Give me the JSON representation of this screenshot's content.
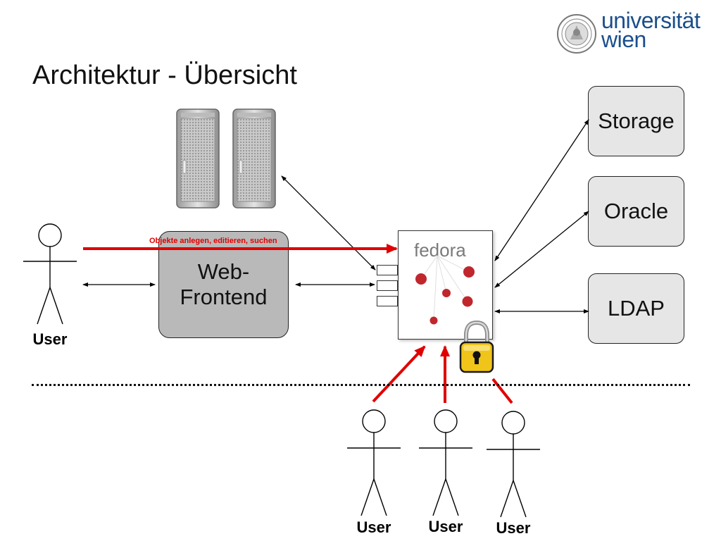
{
  "slide": {
    "title": "Architektur - Übersicht"
  },
  "logo": {
    "line1": "universität",
    "line2": "wien"
  },
  "web_frontend": {
    "line1": "Web-",
    "line2": "Frontend"
  },
  "fedora": {
    "label": "fedora"
  },
  "services": [
    {
      "label": "Storage"
    },
    {
      "label": "Oracle"
    },
    {
      "label": "LDAP"
    }
  ],
  "arrow_label": "Objekte anlegen, editieren, suchen",
  "users": [
    {
      "label": "User"
    },
    {
      "label": "User"
    },
    {
      "label": "User"
    },
    {
      "label": "User"
    }
  ],
  "colors": {
    "red_arrow": "#e10000",
    "fedora_dot": "#c0272d",
    "logo_blue": "#1a4f8c",
    "lock_gold": "#f0c419"
  },
  "icons": [
    "server-icon",
    "fedora-logo",
    "lock-icon",
    "stick-figure-icon",
    "university-seal-icon"
  ]
}
